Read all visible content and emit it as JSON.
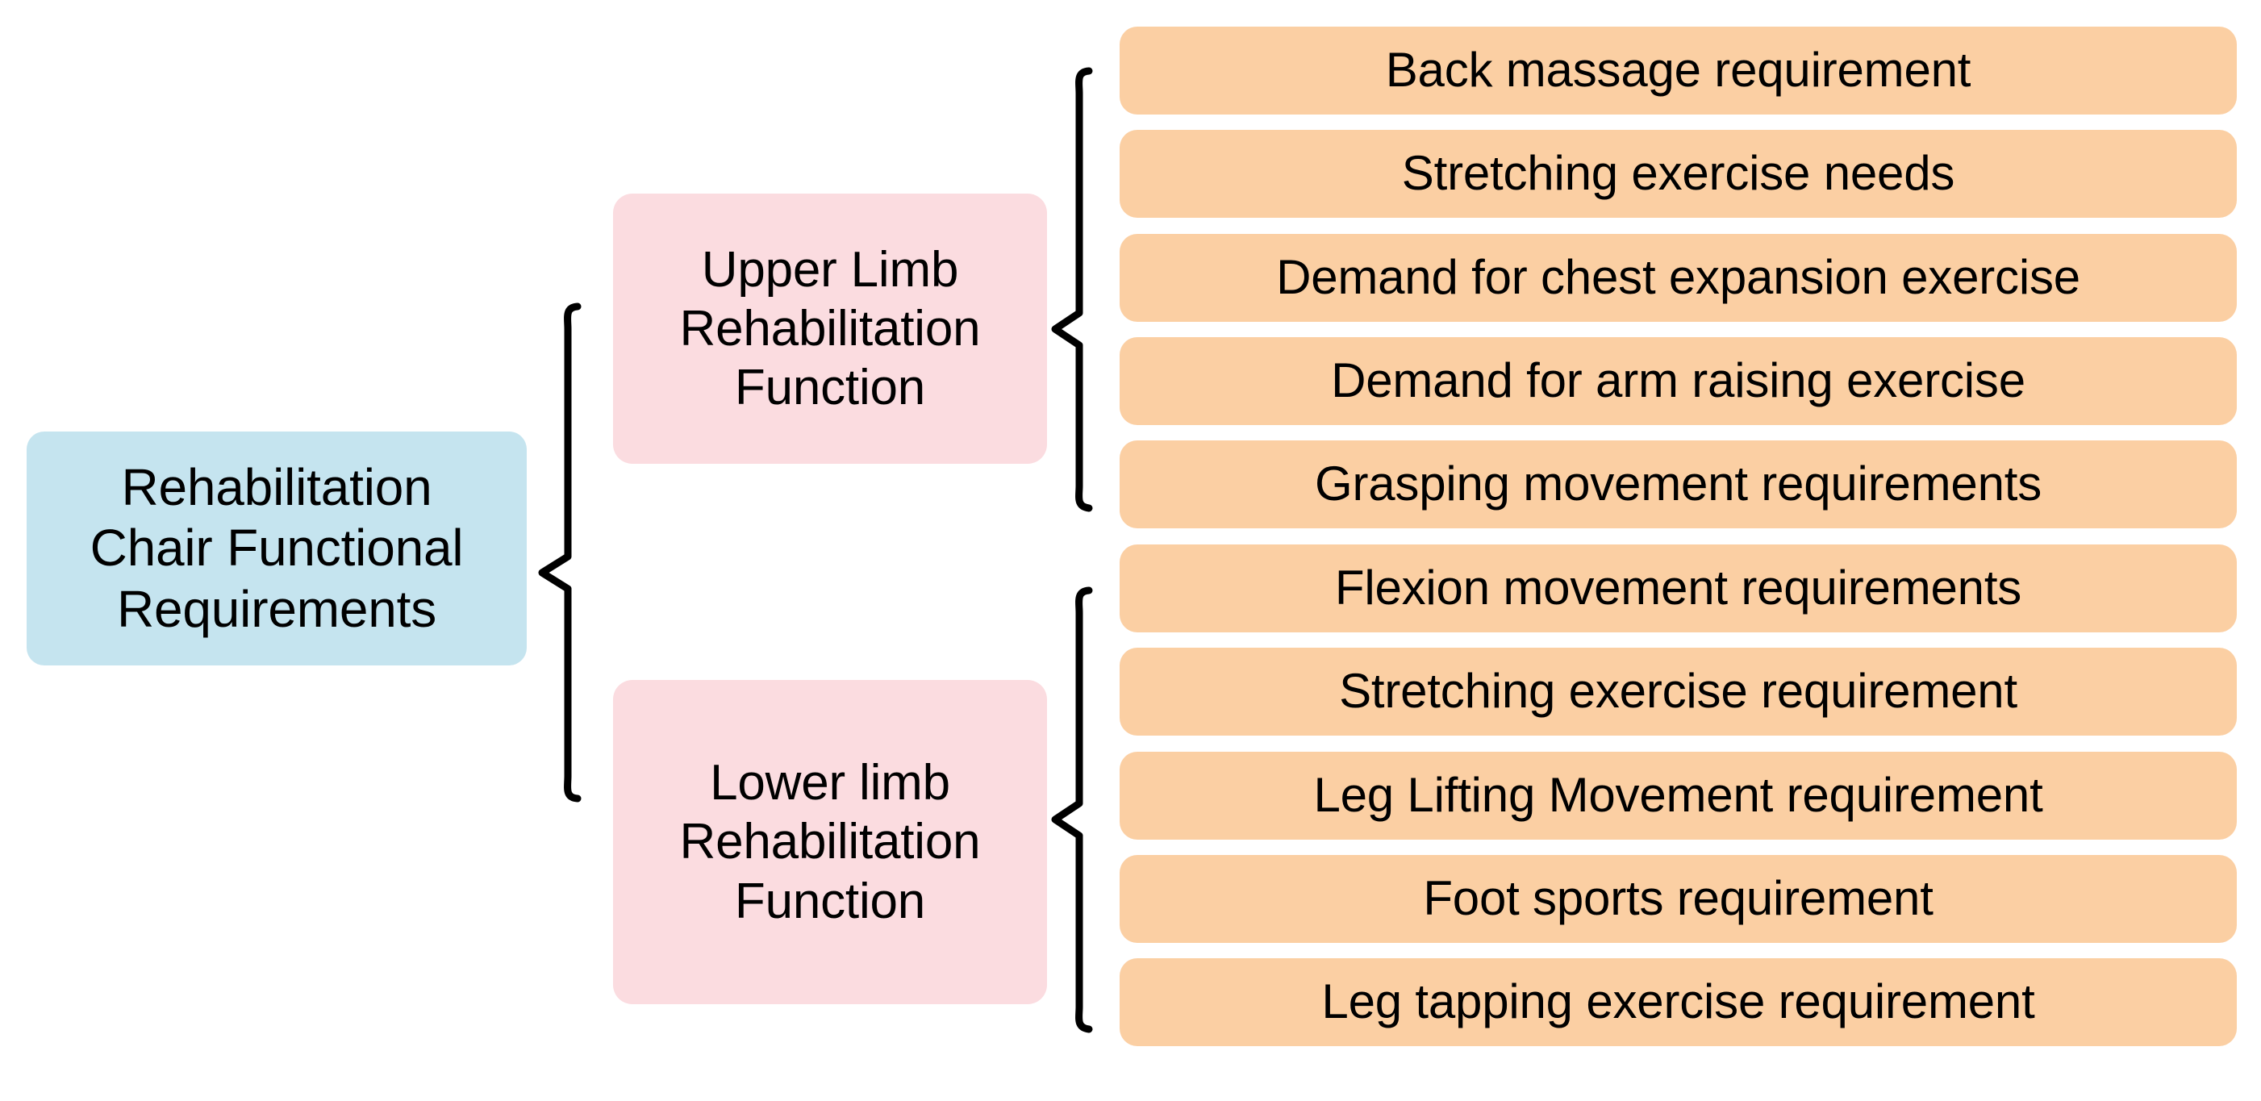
{
  "diagram": {
    "type": "bracket-tree",
    "title": "Rehabilitation Chair Functional Requirements breakdown",
    "colors": {
      "root_fill": "#c5e4ef",
      "branch_fill": "#fbdce0",
      "leaf_fill": "#fbcfa3",
      "text": "#000000",
      "brace_stroke": "#000000",
      "background": "#ffffff"
    },
    "root": {
      "label": "Rehabilitation\nChair Functional\nRequirements"
    },
    "branches": [
      {
        "label": "Upper Limb\nRehabilitation\nFunction",
        "leaves": [
          {
            "label": "Back massage requirement"
          },
          {
            "label": "Stretching exercise needs"
          },
          {
            "label": "Demand for chest expansion exercise"
          },
          {
            "label": "Demand for arm raising exercise"
          },
          {
            "label": "Grasping movement requirements"
          }
        ]
      },
      {
        "label": "Lower limb\nRehabilitation\nFunction",
        "leaves": [
          {
            "label": "Flexion movement requirements"
          },
          {
            "label": "Stretching exercise requirement"
          },
          {
            "label": "Leg Lifting Movement requirement"
          },
          {
            "label": "Foot sports requirement"
          },
          {
            "label": "Leg tapping exercise requirement"
          }
        ]
      }
    ],
    "leaves_flat": [
      "Back massage requirement",
      "Stretching exercise needs",
      "Demand for chest expansion exercise",
      "Demand for arm raising exercise",
      "Grasping movement requirements",
      "Flexion movement requirements",
      "Stretching exercise requirement",
      "Leg Lifting Movement requirement",
      "Foot sports requirement",
      "Leg tapping exercise requirement"
    ]
  }
}
